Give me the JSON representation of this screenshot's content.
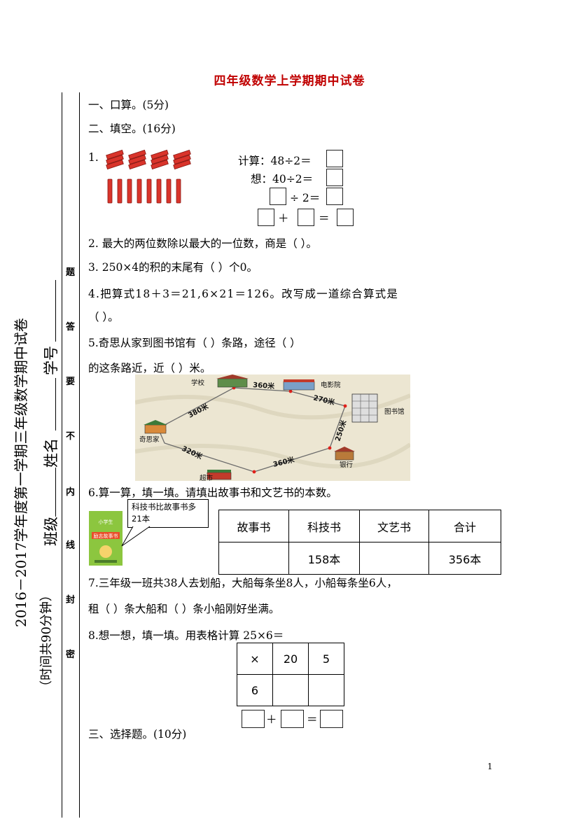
{
  "title": "四年级数学上学期期中试卷",
  "side": {
    "exam_title": "2016－2017学年度第一学期三年级数学期中试卷",
    "time_note": "（时间共90分钟）",
    "class_label": "班级",
    "name_label": "姓名",
    "id_label": "学号",
    "seal_chars": [
      "题",
      "答",
      "要",
      "不",
      "内",
      "线",
      "封",
      "密"
    ]
  },
  "sections": {
    "s1": "一、口算。(5分)",
    "s2": "二、填空。(16分)",
    "s3": "三、选择题。(10分)"
  },
  "q1": {
    "num": "1.",
    "calc": "计算：48÷2＝",
    "think": "想：40÷2＝",
    "div2": "÷ 2＝",
    "plus": "＋",
    "eq": "＝"
  },
  "q2": "2.  最大的两位数除以最大的一位数，商是（         ）。",
  "q3": "3.    250×4的积的末尾有（       ）个0。",
  "q4a": "4.把算式18＋3＝21,6×21＝126。改写成一道综合算式是",
  "q4b": "（                          ）。",
  "q5a": "5.奇思从家到图书馆有（        ）条路，途径（                                  ）",
  "q5b": "的这条路近，近（       ）米。",
  "map": {
    "school": "学校",
    "cinema": "电影院",
    "library": "图书馆",
    "home": "奇思家",
    "market": "超市",
    "bank": "银行",
    "d_school_cinema": "360米",
    "d_cinema_library": "270米",
    "d_home_school": "380米",
    "d_library_bank": "250米",
    "d_home_market": "320米",
    "d_market_bank": "360米"
  },
  "q6": {
    "text": "6.算一算，填一填。请填出故事书和文艺书的本数。",
    "callout": "科技书比故事书多21本",
    "book_title": "励志故事书",
    "book_top": "小学生",
    "headers": [
      "故事书",
      "科技书",
      "文艺书",
      "合计"
    ],
    "row": [
      "",
      "158本",
      "",
      "356本"
    ]
  },
  "q7a": "7.三年级一班共38人去划船，大船每条坐8人，小船每条坐6人，",
  "q7b": "租（      ）条大船和（      ）条小船刚好坐满。",
  "q8": {
    "text": "8.想一想，填一填。用表格计算 25×6＝",
    "grid": [
      [
        "×",
        "20",
        "5"
      ],
      [
        "6",
        "",
        ""
      ]
    ],
    "plus": "＋",
    "eq": "＝"
  },
  "page_number": "1",
  "colors": {
    "title": "#c00000",
    "map_bg": "#ece6d2",
    "road": "#6b6b6b",
    "dot": "#e0201a",
    "firecracker": "#d9342b"
  }
}
